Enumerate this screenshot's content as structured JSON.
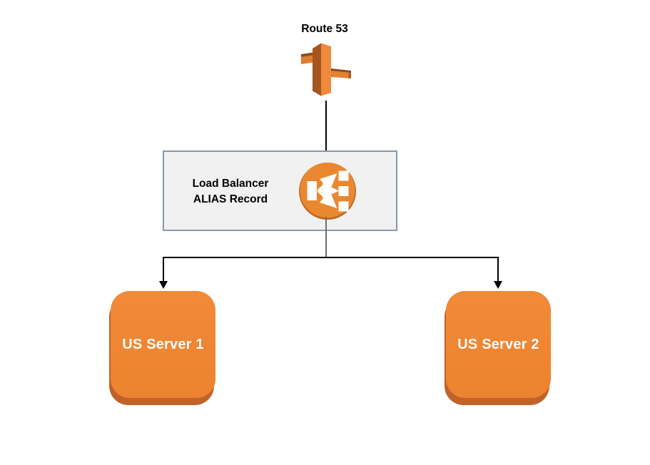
{
  "title": "Route 53",
  "alias_box": {
    "line1": "Load Balancer",
    "line2": "ALIAS Record"
  },
  "servers": [
    {
      "label": "US Server 1"
    },
    {
      "label": "US Server 2"
    }
  ],
  "icons": {
    "route53": "route53-signpost-icon",
    "load_balancer": "load-balancer-icon"
  },
  "colors": {
    "server_orange": "#EF8733",
    "server_shadow": "#BF6329",
    "r53_orange_light": "#F0893B",
    "r53_orange_dark": "#A5551F",
    "lb_circle": "#E98830",
    "lb_circle_rim": "#C2661F",
    "box_fill": "#F1F1F2",
    "box_border": "#8898AB",
    "connector_gray": "#6E6E6E",
    "connector_black": "#000000",
    "label_white": "#FFFFFF",
    "label_black": "#000000"
  }
}
